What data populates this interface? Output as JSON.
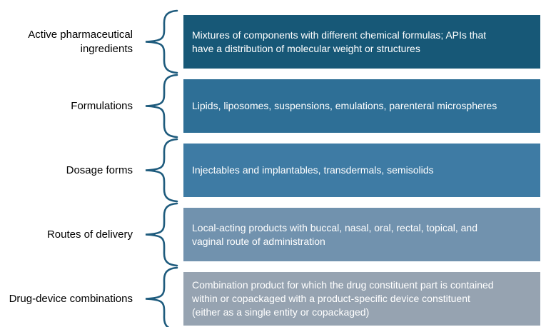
{
  "diagram": {
    "brace_color": "#1E5B7D",
    "rows": [
      {
        "label_lines": [
          "Active pharmaceutical",
          "ingredients"
        ],
        "box_color": "#175877",
        "desc_lines": [
          "Mixtures of components with different chemical formulas; APIs that",
          "have a distribution of molecular weight or structures"
        ]
      },
      {
        "label_lines": [
          "Formulations"
        ],
        "box_color": "#2E6F96",
        "desc_lines": [
          "Lipids, liposomes, suspensions, emulations, parenteral microspheres"
        ]
      },
      {
        "label_lines": [
          "Dosage forms"
        ],
        "box_color": "#3E7BA4",
        "desc_lines": [
          "Injectables and implantables, transdermals, semisolids"
        ]
      },
      {
        "label_lines": [
          "Routes of delivery"
        ],
        "box_color": "#7192AE",
        "desc_lines": [
          "Local-acting products with buccal, nasal, oral, rectal, topical, and",
          "vaginal route of  administration"
        ]
      },
      {
        "label_lines": [
          "Drug-device combinations"
        ],
        "box_color": "#96A3B1",
        "desc_lines": [
          "Combination product for which the drug constituent part is contained",
          "within or copackaged with a product-specific device constituent",
          "(either as a single entity or copackaged)"
        ]
      }
    ]
  }
}
